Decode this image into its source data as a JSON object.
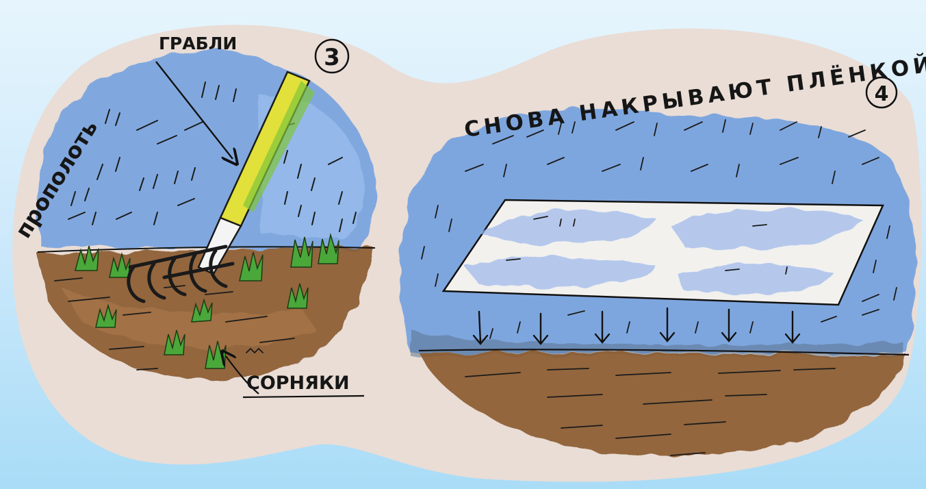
{
  "panel_left": {
    "number": "3",
    "rake_label": "ГРАБЛИ",
    "action_label": "прополоть",
    "weeds_label": "СОРНЯКИ"
  },
  "panel_right": {
    "number": "4",
    "caption": "СНОВА НАКРЫВАЮТ ПЛЁНКОЙ"
  },
  "colors": {
    "sky_blue": "#6f9fe0",
    "soil_brown": "#8a5a2e",
    "weed_green": "#4aa83a",
    "rake_yellow": "#e2e03a",
    "paper": "#e9ddd6",
    "background": "#bfe4fa"
  }
}
